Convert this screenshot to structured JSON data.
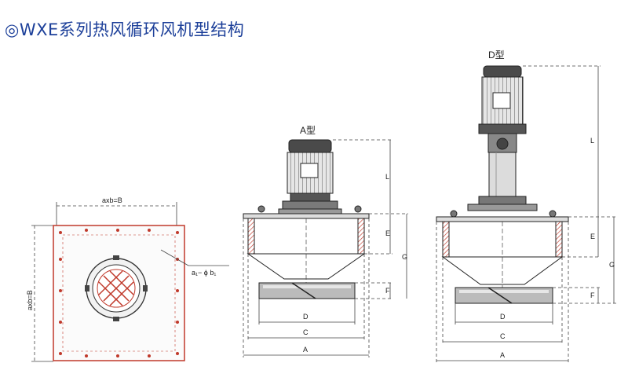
{
  "title": "◎WXE系列热风循环风机型结构",
  "plan_view": {
    "top_dim": "axb=B",
    "side_dim": "axb=B",
    "hole_note": "a₁− ϕ b₁"
  },
  "type_a": {
    "name": "A型",
    "dims": {
      "L": "L",
      "E": "E",
      "G": "G",
      "F": "F",
      "D": "D",
      "C": "C",
      "A": "A"
    }
  },
  "type_d": {
    "name": "D型",
    "dims": {
      "L": "L",
      "E": "E",
      "G": "G",
      "F": "F",
      "D": "D",
      "C": "C",
      "A": "A"
    }
  }
}
